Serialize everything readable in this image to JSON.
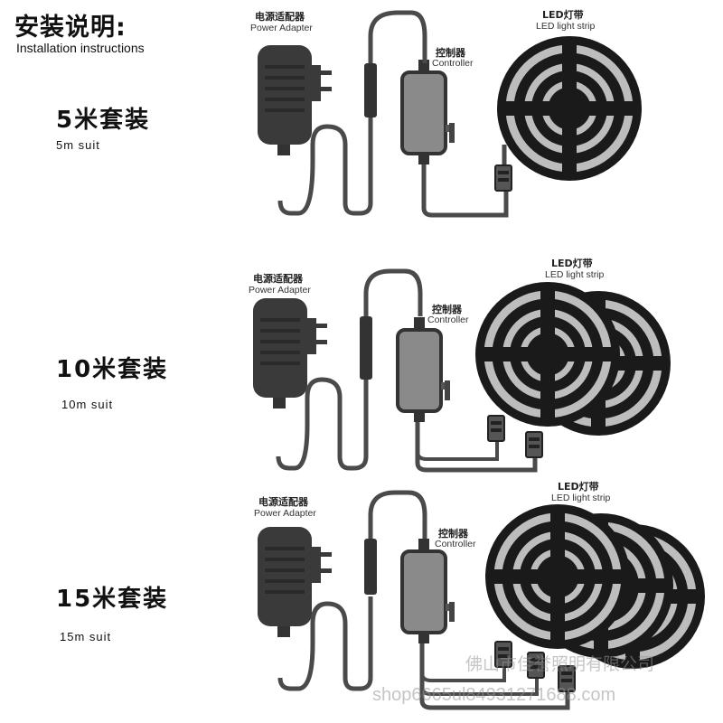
{
  "header": {
    "title_zh": "安装说明:",
    "title_en": "Installation instructions"
  },
  "sets": [
    {
      "name_zh": "5米套装",
      "name_en": "5m suit",
      "adapter_zh": "电源适配器",
      "adapter_en": "Power Adapter",
      "controller_zh": "控制器",
      "controller_en": "Controller",
      "strip_zh": "LED灯带",
      "strip_en": "LED light strip",
      "reel_count": 1
    },
    {
      "name_zh": "10米套装",
      "name_en": "10m suit",
      "adapter_zh": "电源适配器",
      "adapter_en": "Power Adapter",
      "controller_zh": "控制器",
      "controller_en": "Controller",
      "strip_zh": "LED灯带",
      "strip_en": "LED light strip",
      "reel_count": 2
    },
    {
      "name_zh": "15米套装",
      "name_en": "15m suit",
      "adapter_zh": "电源适配器",
      "adapter_en": "Power Adapter",
      "controller_zh": "控制器",
      "controller_en": "Controller",
      "strip_zh": "LED灯带",
      "strip_en": "LED light strip",
      "reel_count": 3
    }
  ],
  "watermark": {
    "company": "佛山市佳誉照明有限公司",
    "shop": "shop6665ul84931271688.com"
  },
  "colors": {
    "reel": "#1a1a1a",
    "reel_highlight": "#bdbdbd",
    "adapter": "#3a3a3a",
    "controller": "#8a8a8a",
    "cable": "#4a4a4a"
  }
}
